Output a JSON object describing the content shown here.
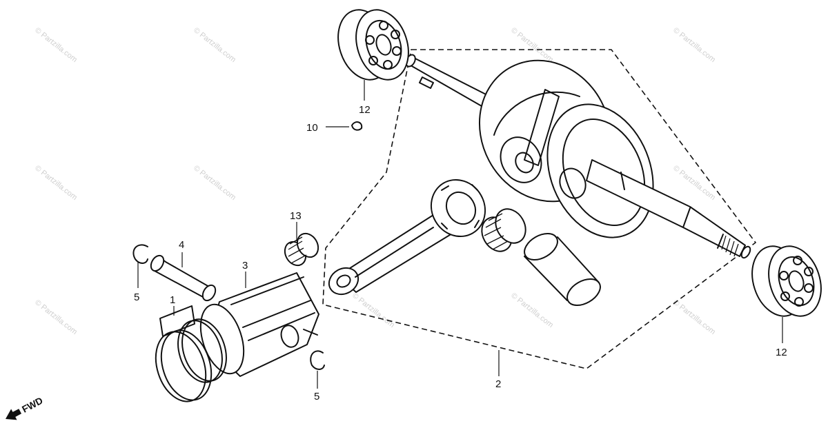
{
  "watermark": "© Partzilla.com",
  "direction_label": "FWD",
  "callouts": {
    "piston_ring_set": "1",
    "crankshaft_assembly": "2",
    "piston": "3",
    "piston_pin": "4",
    "pin_clip_left": "5",
    "pin_clip_right": "5",
    "woodruff_key": "10",
    "bearing_top": "12",
    "bearing_right": "12",
    "needle_bearing": "13"
  }
}
